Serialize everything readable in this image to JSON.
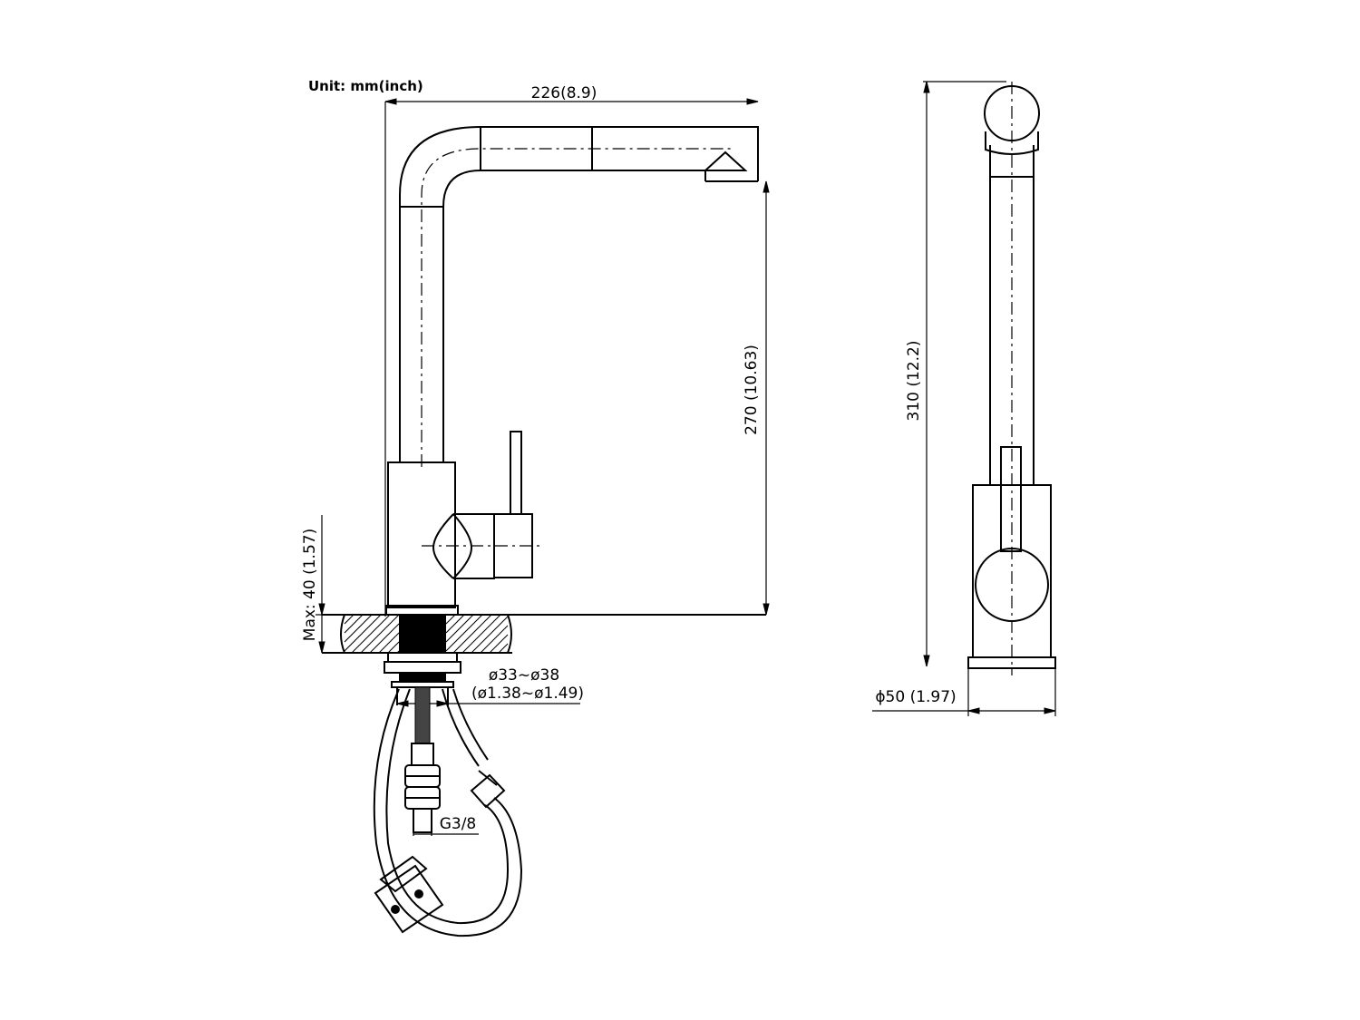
{
  "unit_label": "Unit: mm(inch)",
  "dimensions": {
    "spout_reach": "226(8.9)",
    "spout_height": "270 (10.63)",
    "deck_thickness": "Max: 40 (1.57)",
    "hole_diameter_mm": "ø33~ø38",
    "hole_diameter_in": "(ø1.38~ø1.49)",
    "connection_thread": "G3/8",
    "total_height": "310 (12.2)",
    "base_diameter": "ϕ50 (1.97)"
  }
}
